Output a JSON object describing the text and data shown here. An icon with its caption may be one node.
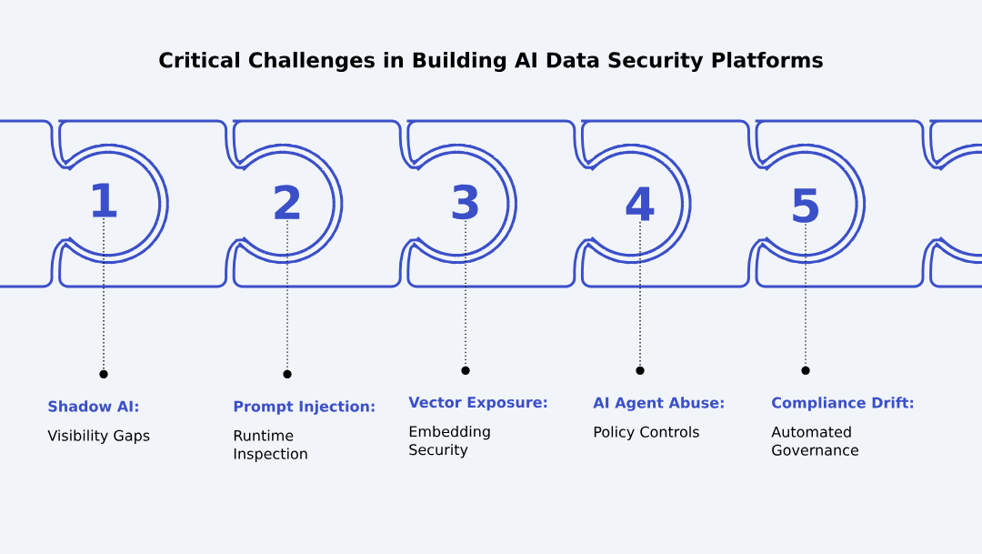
{
  "diagram": {
    "title": "Critical Challenges in Building AI Data Security Platforms",
    "nodes": [
      {
        "text": [
          "1"
        ]
      },
      {
        "text": [
          "2"
        ]
      },
      {
        "text": [
          "3"
        ]
      },
      {
        "text": [
          "4"
        ]
      },
      {
        "text": [
          "5"
        ]
      },
      {
        "text": [
          "Shadow AI:",
          "Visibility Gaps"
        ]
      },
      {
        "text": [
          "Prompt Injection:",
          "Runtime Inspection"
        ]
      },
      {
        "text": [
          "Vector Exposure:",
          "Embedding Security"
        ]
      },
      {
        "text": [
          "AI Agent Abuse:",
          "Policy Controls"
        ]
      },
      {
        "text": [
          "Compliance Drift:",
          "Automated Governance"
        ]
      }
    ],
    "edges": [
      {
        "from": 0,
        "to": 5,
        "arrow": "to",
        "style": "dashed"
      },
      {
        "from": 1,
        "to": 6,
        "arrow": "to",
        "style": "dashed"
      },
      {
        "from": 2,
        "to": 7,
        "arrow": "to",
        "style": "dashed"
      },
      {
        "from": 3,
        "to": 8,
        "arrow": "to",
        "style": "dashed"
      },
      {
        "from": 4,
        "to": 9,
        "arrow": "to",
        "style": "dashed"
      }
    ]
  }
}
